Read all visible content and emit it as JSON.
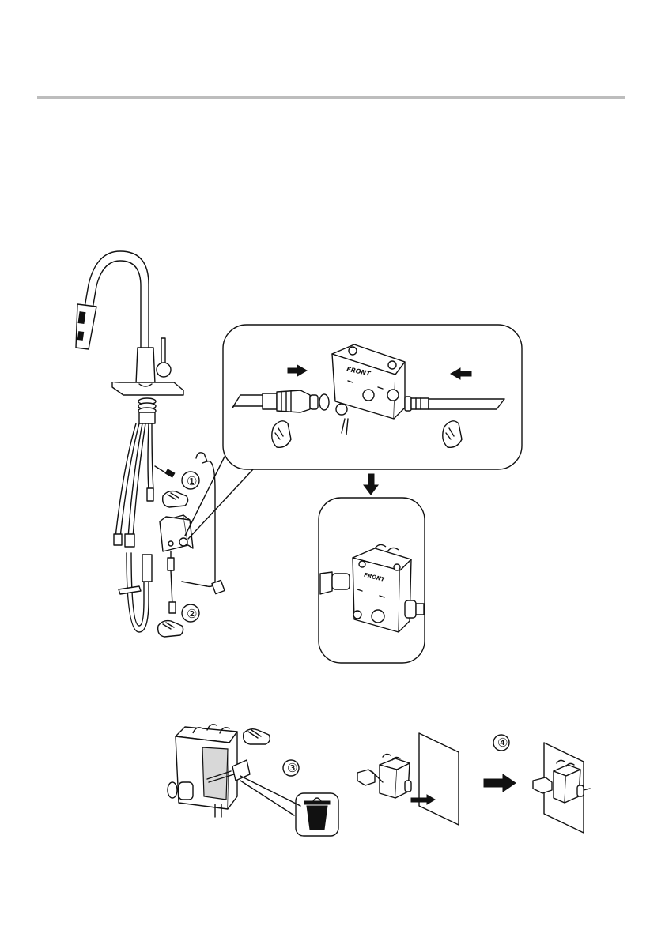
{
  "figure": {
    "box_label": "FRONT",
    "steps": [
      {
        "label": "①"
      },
      {
        "label": "②"
      },
      {
        "label": "③"
      },
      {
        "label": "④"
      }
    ]
  },
  "colors": {
    "line": "#111111",
    "rule": "#bdbdbd",
    "background": "#ffffff"
  },
  "icons": [
    "hand-icon",
    "trash-bin-icon",
    "arrow-right-icon",
    "arrow-left-icon",
    "arrow-down-icon"
  ]
}
